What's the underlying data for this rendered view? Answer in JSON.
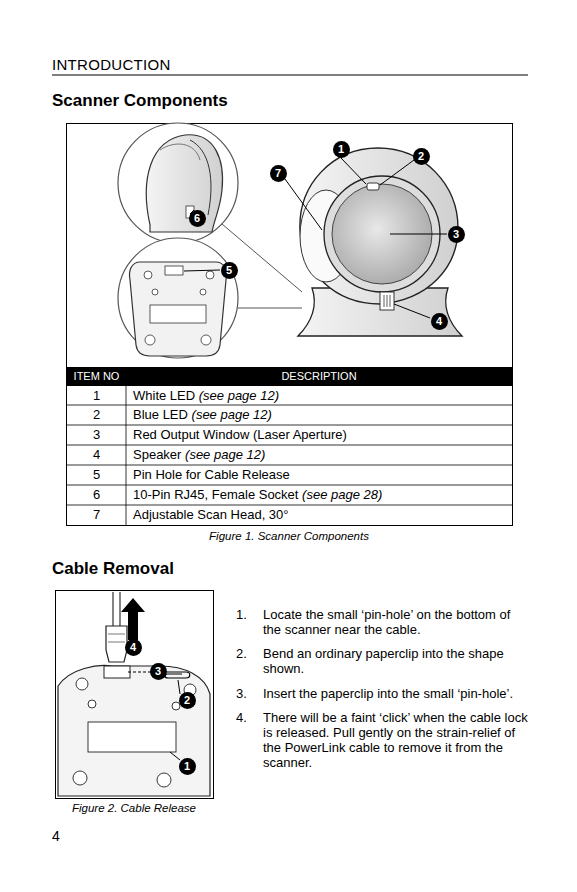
{
  "diagram": {
    "title": "INTRODUCTION",
    "labels": [
      "Scanner Components",
      "1",
      "2",
      "3",
      "4",
      "5",
      "6",
      "7",
      "ITEM NO",
      "DESCRIPTION",
      "1",
      "White LED (see page 12)",
      "2",
      "Blue LED (see page 12)",
      "3",
      "Red Output Window (Laser Aperture)",
      "4",
      "Speaker (see page 12)",
      "5",
      "Pin Hole for Cable Release",
      "6",
      "10-Pin RJ45, Female Socket (see page 28)",
      "7",
      "Adjustable Scan Head, 30°",
      "Figure 1. Scanner Components",
      "Cable Removal",
      "4",
      "3",
      "2",
      "1",
      "1.",
      "Locate the small ‘pin-hole’ on the bottom of the scanner near the cable.",
      "2.",
      "Bend an ordinary paperclip into the shape shown.",
      "3.",
      "Insert the paperclip into the small ‘pin-hole’.",
      "4.",
      "There will be a faint ‘click’ when the cable lock is released.  Pull gently on the strain-relief of the PowerLink cable to remove it from the scanner.",
      "Figure 2. Cable Release",
      "4"
    ]
  }
}
